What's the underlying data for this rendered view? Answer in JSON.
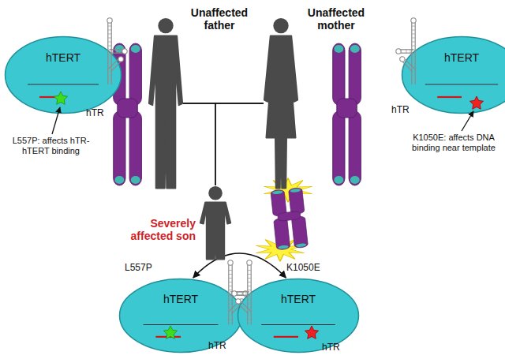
{
  "diagram": {
    "nodes": [
      {
        "text": [
          "hTERT",
          "hTR"
        ]
      },
      {
        "text": [
          "Unaffected father"
        ]
      },
      {
        "text": [
          "Unaffected mother"
        ]
      },
      {
        "text": [
          "hTERT",
          "hTR"
        ]
      },
      {
        "text": [
          "Severely affected son"
        ]
      },
      {
        "text": [
          "hTERT",
          "hTR"
        ]
      },
      {
        "text": [
          "hTERT",
          "hTR"
        ]
      }
    ],
    "edges": [
      {
        "from": 1,
        "to": 2,
        "arrow": "none"
      },
      {
        "from": 1,
        "to": 4,
        "arrow": "none"
      },
      {
        "from": 2,
        "to": 4,
        "arrow": "none"
      },
      {
        "from": 5,
        "to": 6,
        "arrow": "both"
      }
    ],
    "labels": [
      "L557P: affects hTR-hTERT binding",
      "K1050E: affects DNA binding near template",
      "L557P",
      "K1050E"
    ]
  }
}
